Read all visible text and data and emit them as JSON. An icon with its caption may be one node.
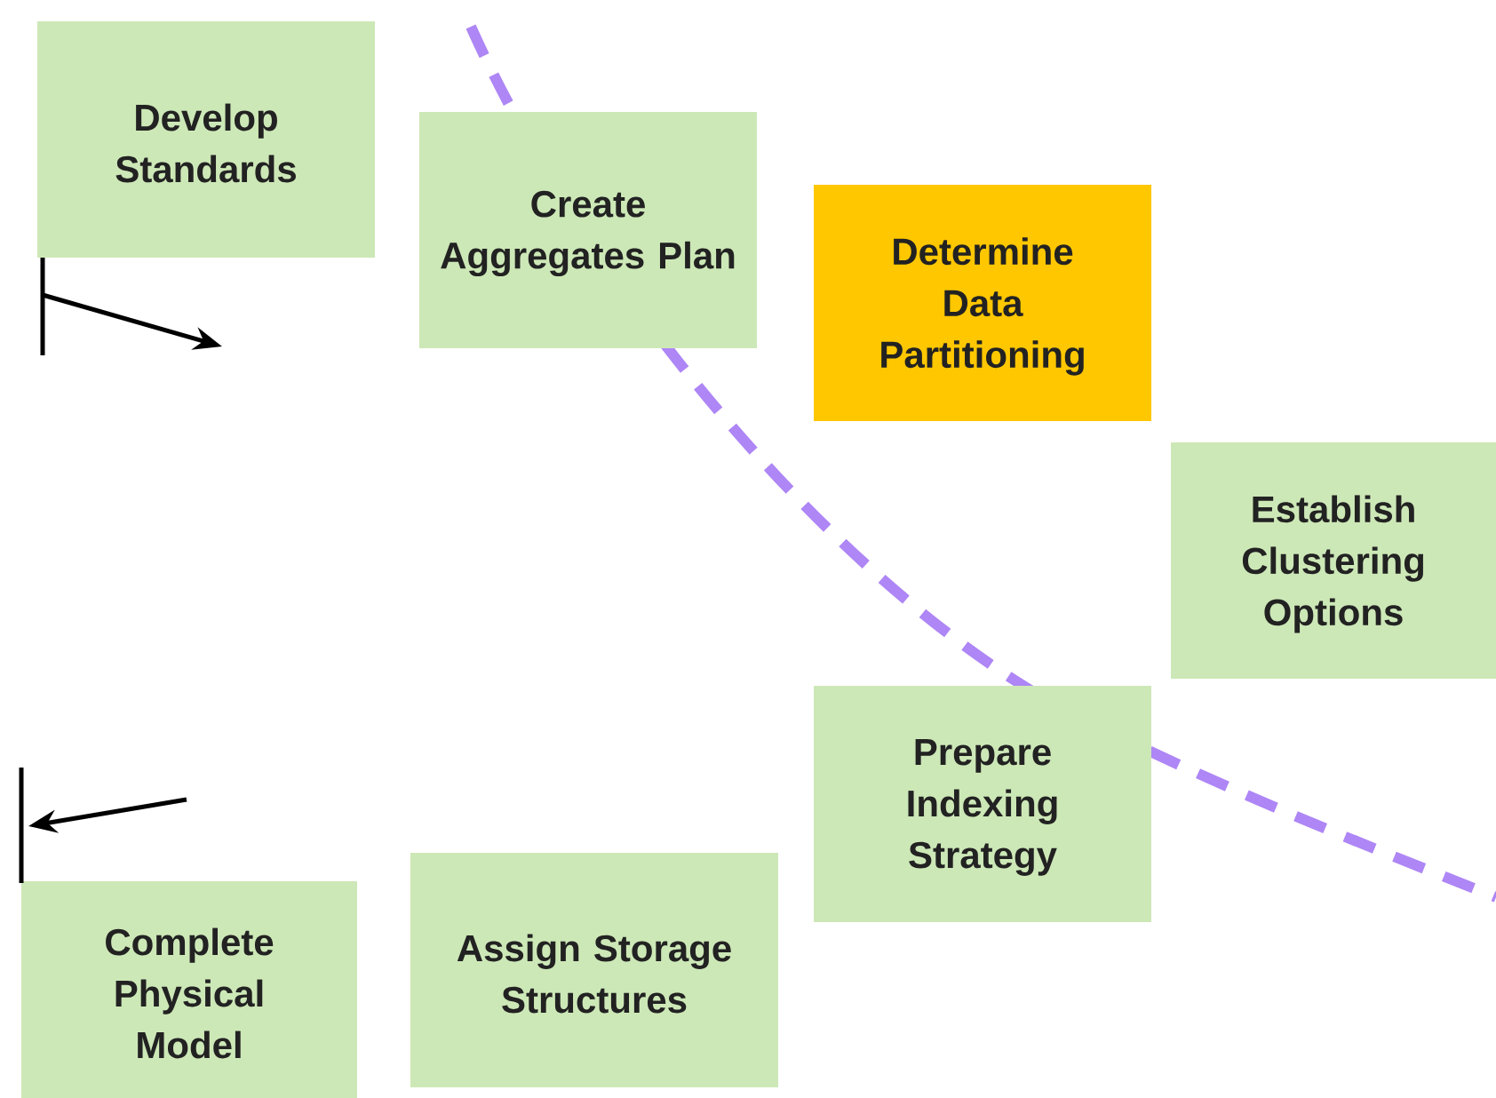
{
  "diagram": {
    "nodes": [
      {
        "text": [
          "Develop Standards"
        ]
      },
      {
        "text": [
          "Create Aggregates Plan"
        ]
      },
      {
        "text": [
          "Determine Data Partitioning"
        ]
      },
      {
        "text": [
          "Establish Clustering Options"
        ]
      },
      {
        "text": [
          "Prepare Indexing Strategy"
        ]
      },
      {
        "text": [
          "Complete Physical Model"
        ]
      },
      {
        "text": [
          "Assign Storage Structures"
        ]
      }
    ]
  }
}
